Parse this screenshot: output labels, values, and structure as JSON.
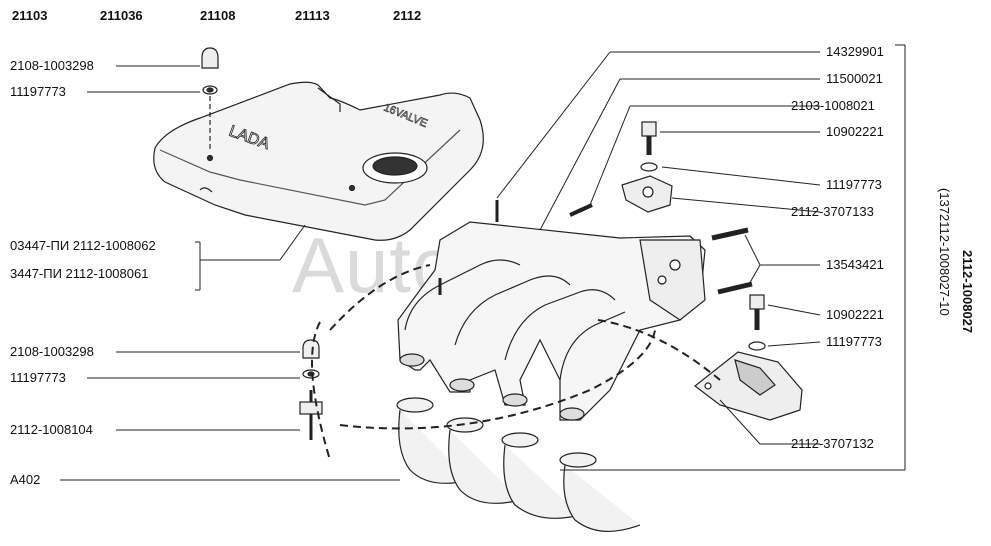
{
  "header_models": [
    "21103",
    "211036",
    "21108",
    "21113",
    "2112"
  ],
  "left_labels": {
    "nut_top": "2108-1003298",
    "washer_top": "11197773",
    "cover_a": "03447-ПИ 2112-1008062",
    "cover_b": "3447-ПИ  2112-1008061",
    "nut_bottom": "2108-1003298",
    "washer_bottom": "11197773",
    "stud": "2112-1008104",
    "hose": "A402"
  },
  "right_labels": {
    "r1": "14329901",
    "r2": "11500021",
    "r3": "2103-1008021",
    "r4": "10902221",
    "r5": "11197773",
    "r6": "2112-3707133",
    "r7": "13543421",
    "r8": "10902221",
    "r9": "11197773",
    "r10": "2112-3707132"
  },
  "vertical_labels": {
    "assembly": "2112-1008027",
    "assembly_alt": "(1372112-1008027-10"
  },
  "cover_text": {
    "brand": "LADA",
    "engine": "16VALVE"
  },
  "watermark": "AutoSoft"
}
